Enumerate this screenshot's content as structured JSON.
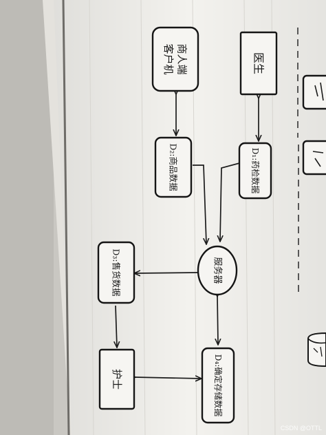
{
  "nodes": {
    "merchant": "商人端\n客户机",
    "doctor": "医生",
    "d1": "D₁:药检数据",
    "d2": "D₂:商品数据",
    "server": "服务器",
    "d3": "D₃:售货数据",
    "d4": "D₄:确定存储数据",
    "nurse": "护士"
  },
  "watermark": "CSDN @OTTL"
}
